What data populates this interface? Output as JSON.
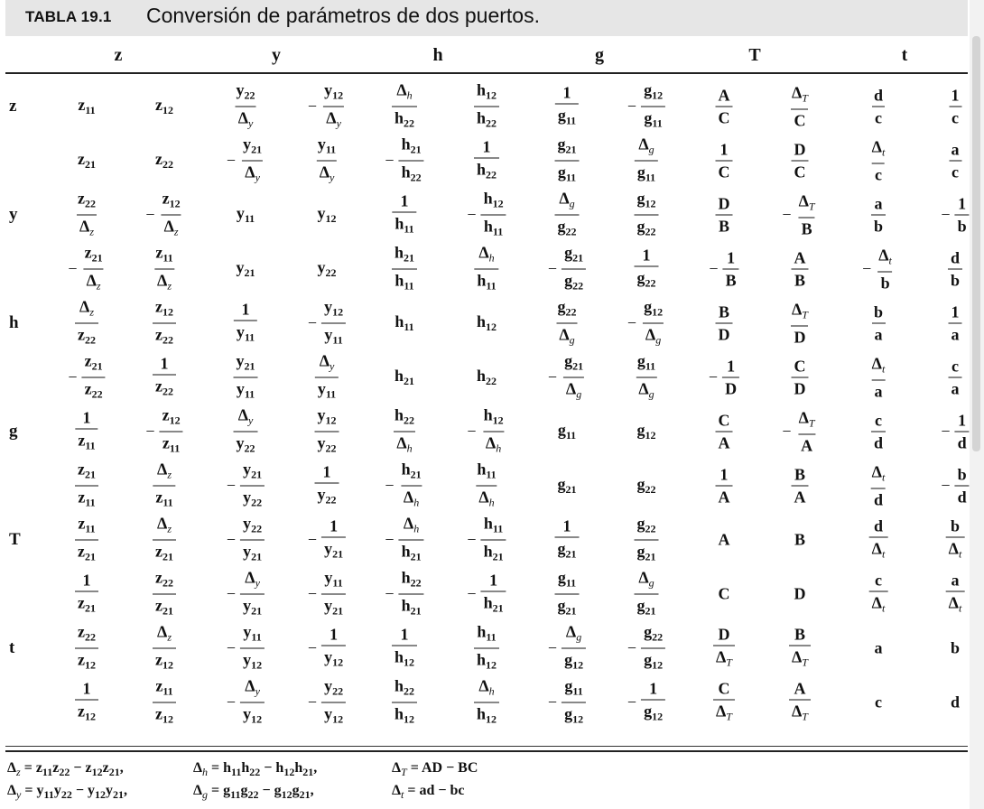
{
  "title": {
    "label": "TABLA 19.1",
    "text": "Conversión de parámetros de dos puertos."
  },
  "columns": [
    "z",
    "y",
    "h",
    "g",
    "T",
    "t"
  ],
  "rows": [
    "z",
    "y",
    "h",
    "g",
    "T",
    "t"
  ],
  "cells": [
    [
      [
        "z<sub>11</sub>"
      ],
      [
        "z<sub>12</sub>"
      ],
      [
        "y<sub>22</sub>",
        "Δ<sub class=\"it\">y</sub>"
      ],
      [
        "-",
        "y<sub>12</sub>",
        "Δ<sub class=\"it\">y</sub>"
      ],
      [
        "Δ<sub class=\"it\">h</sub>",
        "h<sub>22</sub>"
      ],
      [
        "h<sub>12</sub>",
        "h<sub>22</sub>"
      ],
      [
        "1",
        "g<sub>11</sub>"
      ],
      [
        "-",
        "g<sub>12</sub>",
        "g<sub>11</sub>"
      ],
      [
        "A",
        "C"
      ],
      [
        "Δ<sub class=\"it\">T</sub>",
        "C"
      ],
      [
        "d",
        "c"
      ],
      [
        "1",
        "c"
      ]
    ],
    [
      [
        "z<sub>21</sub>"
      ],
      [
        "z<sub>22</sub>"
      ],
      [
        "-",
        "y<sub>21</sub>",
        "Δ<sub class=\"it\">y</sub>"
      ],
      [
        "y<sub>11</sub>",
        "Δ<sub class=\"it\">y</sub>"
      ],
      [
        "-",
        "h<sub>21</sub>",
        "h<sub>22</sub>"
      ],
      [
        "1",
        "h<sub>22</sub>"
      ],
      [
        "g<sub>21</sub>",
        "g<sub>11</sub>"
      ],
      [
        "Δ<sub class=\"it\">g</sub>",
        "g<sub>11</sub>"
      ],
      [
        "1",
        "C"
      ],
      [
        "D",
        "C"
      ],
      [
        "Δ<sub class=\"it\">t</sub>",
        "c"
      ],
      [
        "a",
        "c"
      ]
    ],
    [
      [
        "z<sub>22</sub>",
        "Δ<sub class=\"it\">z</sub>"
      ],
      [
        "-",
        "z<sub>12</sub>",
        "Δ<sub class=\"it\">z</sub>"
      ],
      [
        "y<sub>11</sub>"
      ],
      [
        "y<sub>12</sub>"
      ],
      [
        "1",
        "h<sub>11</sub>"
      ],
      [
        "-",
        "h<sub>12</sub>",
        "h<sub>11</sub>"
      ],
      [
        "Δ<sub class=\"it\">g</sub>",
        "g<sub>22</sub>"
      ],
      [
        "g<sub>12</sub>",
        "g<sub>22</sub>"
      ],
      [
        "D",
        "B"
      ],
      [
        "-",
        "Δ<sub class=\"it\">T</sub>",
        "B"
      ],
      [
        "a",
        "b"
      ],
      [
        "-",
        "1",
        "b"
      ]
    ],
    [
      [
        "-",
        "z<sub>21</sub>",
        "Δ<sub class=\"it\">z</sub>"
      ],
      [
        "z<sub>11</sub>",
        "Δ<sub class=\"it\">z</sub>"
      ],
      [
        "y<sub>21</sub>"
      ],
      [
        "y<sub>22</sub>"
      ],
      [
        "h<sub>21</sub>",
        "h<sub>11</sub>"
      ],
      [
        "Δ<sub class=\"it\">h</sub>",
        "h<sub>11</sub>"
      ],
      [
        "-",
        "g<sub>21</sub>",
        "g<sub>22</sub>"
      ],
      [
        "1",
        "g<sub>22</sub>"
      ],
      [
        "-",
        "1",
        "B"
      ],
      [
        "A",
        "B"
      ],
      [
        "-",
        "Δ<sub class=\"it\">t</sub>",
        "b"
      ],
      [
        "d",
        "b"
      ]
    ],
    [
      [
        "Δ<sub class=\"it\">z</sub>",
        "z<sub>22</sub>"
      ],
      [
        "z<sub>12</sub>",
        "z<sub>22</sub>"
      ],
      [
        "1",
        "y<sub>11</sub>"
      ],
      [
        "-",
        "y<sub>12</sub>",
        "y<sub>11</sub>"
      ],
      [
        "h<sub>11</sub>"
      ],
      [
        "h<sub>12</sub>"
      ],
      [
        "g<sub>22</sub>",
        "Δ<sub class=\"it\">g</sub>"
      ],
      [
        "-",
        "g<sub>12</sub>",
        "Δ<sub class=\"it\">g</sub>"
      ],
      [
        "B",
        "D"
      ],
      [
        "Δ<sub class=\"it\">T</sub>",
        "D"
      ],
      [
        "b",
        "a"
      ],
      [
        "1",
        "a"
      ]
    ],
    [
      [
        "-",
        "z<sub>21</sub>",
        "z<sub>22</sub>"
      ],
      [
        "1",
        "z<sub>22</sub>"
      ],
      [
        "y<sub>21</sub>",
        "y<sub>11</sub>"
      ],
      [
        "Δ<sub class=\"it\">y</sub>",
        "y<sub>11</sub>"
      ],
      [
        "h<sub>21</sub>"
      ],
      [
        "h<sub>22</sub>"
      ],
      [
        "-",
        "g<sub>21</sub>",
        "Δ<sub class=\"it\">g</sub>"
      ],
      [
        "g<sub>11</sub>",
        "Δ<sub class=\"it\">g</sub>"
      ],
      [
        "-",
        "1",
        "D"
      ],
      [
        "C",
        "D"
      ],
      [
        "Δ<sub class=\"it\">t</sub>",
        "a"
      ],
      [
        "c",
        "a"
      ]
    ],
    [
      [
        "1",
        "z<sub>11</sub>"
      ],
      [
        "-",
        "z<sub>12</sub>",
        "z<sub>11</sub>"
      ],
      [
        "Δ<sub class=\"it\">y</sub>",
        "y<sub>22</sub>"
      ],
      [
        "y<sub>12</sub>",
        "y<sub>22</sub>"
      ],
      [
        "h<sub>22</sub>",
        "Δ<sub class=\"it\">h</sub>"
      ],
      [
        "-",
        "h<sub>12</sub>",
        "Δ<sub class=\"it\">h</sub>"
      ],
      [
        "g<sub>11</sub>"
      ],
      [
        "g<sub>12</sub>"
      ],
      [
        "C",
        "A"
      ],
      [
        "-",
        "Δ<sub class=\"it\">T</sub>",
        "A"
      ],
      [
        "c",
        "d"
      ],
      [
        "-",
        "1",
        "d"
      ]
    ],
    [
      [
        "z<sub>21</sub>",
        "z<sub>11</sub>"
      ],
      [
        "Δ<sub class=\"it\">z</sub>",
        "z<sub>11</sub>"
      ],
      [
        "-",
        "y<sub>21</sub>",
        "y<sub>22</sub>"
      ],
      [
        "1",
        "y<sub>22</sub>"
      ],
      [
        "-",
        "h<sub>21</sub>",
        "Δ<sub class=\"it\">h</sub>"
      ],
      [
        "h<sub>11</sub>",
        "Δ<sub class=\"it\">h</sub>"
      ],
      [
        "g<sub>21</sub>"
      ],
      [
        "g<sub>22</sub>"
      ],
      [
        "1",
        "A"
      ],
      [
        "B",
        "A"
      ],
      [
        "Δ<sub class=\"it\">t</sub>",
        "d"
      ],
      [
        "-",
        "b",
        "d"
      ]
    ],
    [
      [
        "z<sub>11</sub>",
        "z<sub>21</sub>"
      ],
      [
        "Δ<sub class=\"it\">z</sub>",
        "z<sub>21</sub>"
      ],
      [
        "-",
        "y<sub>22</sub>",
        "y<sub>21</sub>"
      ],
      [
        "-",
        "1",
        "y<sub>21</sub>"
      ],
      [
        "-",
        "Δ<sub class=\"it\">h</sub>",
        "h<sub>21</sub>"
      ],
      [
        "-",
        "h<sub>11</sub>",
        "h<sub>21</sub>"
      ],
      [
        "1",
        "g<sub>21</sub>"
      ],
      [
        "g<sub>22</sub>",
        "g<sub>21</sub>"
      ],
      [
        "A"
      ],
      [
        "B"
      ],
      [
        "d",
        "Δ<sub class=\"it\">t</sub>"
      ],
      [
        "b",
        "Δ<sub class=\"it\">t</sub>"
      ]
    ],
    [
      [
        "1",
        "z<sub>21</sub>"
      ],
      [
        "z<sub>22</sub>",
        "z<sub>21</sub>"
      ],
      [
        "-",
        "Δ<sub class=\"it\">y</sub>",
        "y<sub>21</sub>"
      ],
      [
        "-",
        "y<sub>11</sub>",
        "y<sub>21</sub>"
      ],
      [
        "-",
        "h<sub>22</sub>",
        "h<sub>21</sub>"
      ],
      [
        "-",
        "1",
        "h<sub>21</sub>"
      ],
      [
        "g<sub>11</sub>",
        "g<sub>21</sub>"
      ],
      [
        "Δ<sub class=\"it\">g</sub>",
        "g<sub>21</sub>"
      ],
      [
        "C"
      ],
      [
        "D"
      ],
      [
        "c",
        "Δ<sub class=\"it\">t</sub>"
      ],
      [
        "a",
        "Δ<sub class=\"it\">t</sub>"
      ]
    ],
    [
      [
        "z<sub>22</sub>",
        "z<sub>12</sub>"
      ],
      [
        "Δ<sub class=\"it\">z</sub>",
        "z<sub>12</sub>"
      ],
      [
        "-",
        "y<sub>11</sub>",
        "y<sub>12</sub>"
      ],
      [
        "-",
        "1",
        "y<sub>12</sub>"
      ],
      [
        "1",
        "h<sub>12</sub>"
      ],
      [
        "h<sub>11</sub>",
        "h<sub>12</sub>"
      ],
      [
        "-",
        "Δ<sub class=\"it\">g</sub>",
        "g<sub>12</sub>"
      ],
      [
        "-",
        "g<sub>22</sub>",
        "g<sub>12</sub>"
      ],
      [
        "D",
        "Δ<sub class=\"it\">T</sub>"
      ],
      [
        "B",
        "Δ<sub class=\"it\">T</sub>"
      ],
      [
        "a"
      ],
      [
        "b"
      ]
    ],
    [
      [
        "1",
        "z<sub>12</sub>"
      ],
      [
        "z<sub>11</sub>",
        "z<sub>12</sub>"
      ],
      [
        "-",
        "Δ<sub class=\"it\">y</sub>",
        "y<sub>12</sub>"
      ],
      [
        "-",
        "y<sub>22</sub>",
        "y<sub>12</sub>"
      ],
      [
        "h<sub>22</sub>",
        "h<sub>12</sub>"
      ],
      [
        "Δ<sub class=\"it\">h</sub>",
        "h<sub>12</sub>"
      ],
      [
        "-",
        "g<sub>11</sub>",
        "g<sub>12</sub>"
      ],
      [
        "-",
        "1",
        "g<sub>12</sub>"
      ],
      [
        "C",
        "Δ<sub class=\"it\">T</sub>"
      ],
      [
        "A",
        "Δ<sub class=\"it\">T</sub>"
      ],
      [
        "c"
      ],
      [
        "d"
      ]
    ]
  ],
  "footer": [
    "Δ<sub class=\"it\">z</sub> = z<sub>11</sub>z<sub>22</sub> − z<sub>12</sub>z<sub>21</sub>,",
    "Δ<sub class=\"it\">h</sub> = h<sub>11</sub>h<sub>22</sub> − h<sub>12</sub>h<sub>21</sub>,",
    "Δ<sub class=\"it\">T</sub> = AD − BC",
    "Δ<sub class=\"it\">y</sub> = y<sub>11</sub>y<sub>22</sub> − y<sub>12</sub>y<sub>21</sub>,",
    "Δ<sub class=\"it\">g</sub> = g<sub>11</sub>g<sub>22</sub> − g<sub>12</sub>g<sub>21</sub>,",
    "Δ<sub class=\"it\">t</sub> = ad − bc"
  ]
}
